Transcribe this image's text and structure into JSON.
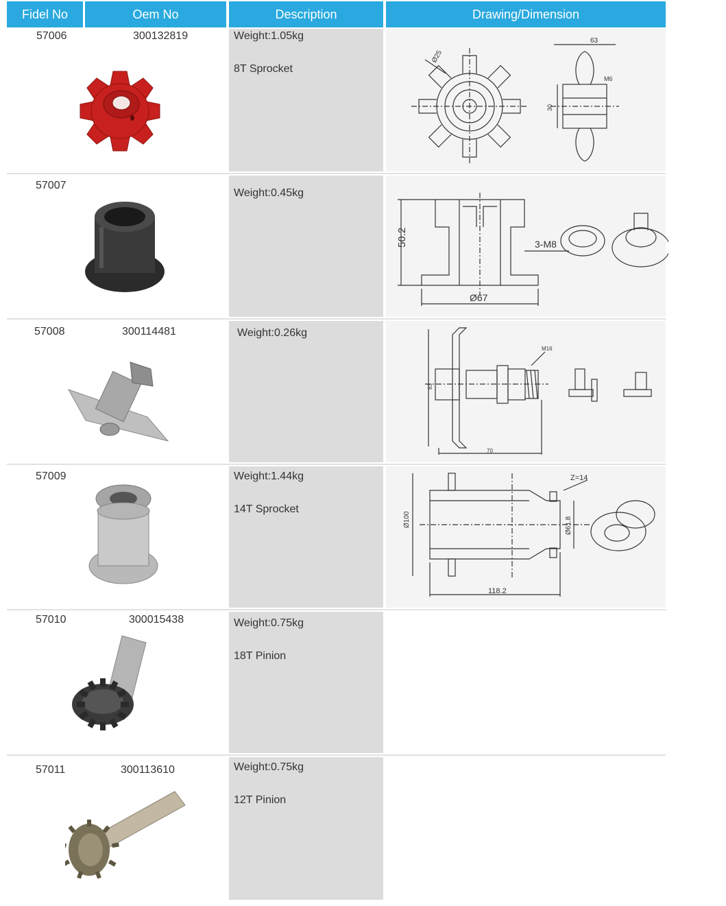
{
  "table": {
    "headers": [
      "Fidel No",
      "Oem No",
      "Description",
      "Drawing/Dimension"
    ],
    "rows": [
      {
        "fidel_no": "57006",
        "oem_no": "300132819",
        "weight": "Weight:1.05kg",
        "name": "8T Sprocket"
      },
      {
        "fidel_no": "57007",
        "oem_no": "",
        "weight": "Weight:0.45kg",
        "name": ""
      },
      {
        "fidel_no": "57008",
        "oem_no": "300114481",
        "weight": "Weight:0.26kg",
        "name": ""
      },
      {
        "fidel_no": "57009",
        "oem_no": "",
        "weight": "Weight:1.44kg",
        "name": "14T Sprocket"
      },
      {
        "fidel_no": "57010",
        "oem_no": "300015438",
        "weight": "Weight:0.75kg",
        "name": "18T Pinion"
      },
      {
        "fidel_no": "57011",
        "oem_no": "300113610",
        "weight": "Weight:0.75kg",
        "name": "12T Pinion"
      }
    ]
  },
  "drawings": {
    "d57006": {
      "dim_a": "63",
      "dim_b": "30",
      "dim_c": "M6",
      "dim_d": "Ø25"
    },
    "d57007": {
      "height": "50.2",
      "diameter": "Ø67",
      "thread": "3-M8"
    },
    "d57008": {
      "height": "83",
      "length": "70",
      "thread": "M16"
    },
    "d57009": {
      "diameter": "Ø100",
      "inner": "Ø61.8",
      "length": "118.2",
      "teeth": "Z=14"
    }
  },
  "colors": {
    "header_bg": "#29a9df",
    "desc_bg": "#dcdcdc",
    "sprocket_red": "#c8201e"
  }
}
